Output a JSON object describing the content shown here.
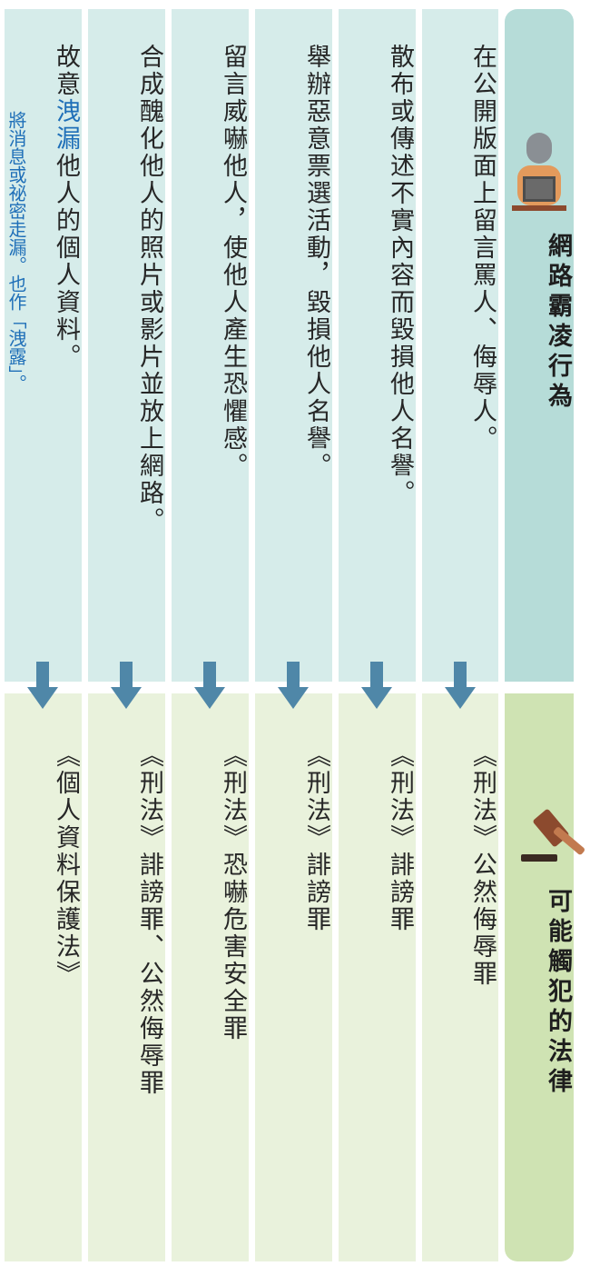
{
  "header": {
    "behavior": "網路霸凌行為",
    "law": "可能觸犯的法律"
  },
  "columns": [
    {
      "behavior": "在公開版面上留言罵人、侮辱人。",
      "law": "《刑法》公然侮辱罪"
    },
    {
      "behavior": "散布或傳述不實內容而毀損他人名譽。",
      "law": "《刑法》誹謗罪"
    },
    {
      "behavior": "舉辦惡意票選活動，毀損他人名譽。",
      "law": "《刑法》誹謗罪"
    },
    {
      "behavior": "留言威嚇他人，使他人產生恐懼感。",
      "law": "《刑法》恐嚇危害安全罪"
    },
    {
      "behavior": "合成醜化他人的照片或影片並放上網路。",
      "law": "《刑法》誹謗罪、公然侮辱罪"
    },
    {
      "behavior_parts": [
        "故意",
        "洩漏",
        "他人的個人資料。"
      ],
      "law": "《個人資料保護法》"
    }
  ],
  "note": "將消息或祕密走漏。也作「洩露」。",
  "colors": {
    "header_top": "#b6dcd8",
    "header_bottom": "#cfe3b3",
    "body_top": "#d6ecea",
    "body_bottom": "#e9f2dc",
    "arrow": "#4f87a8",
    "highlight": "#1f6fb8"
  },
  "icons": [
    "person-at-laptop-icon",
    "gavel-icon",
    "down-arrow-icon"
  ]
}
